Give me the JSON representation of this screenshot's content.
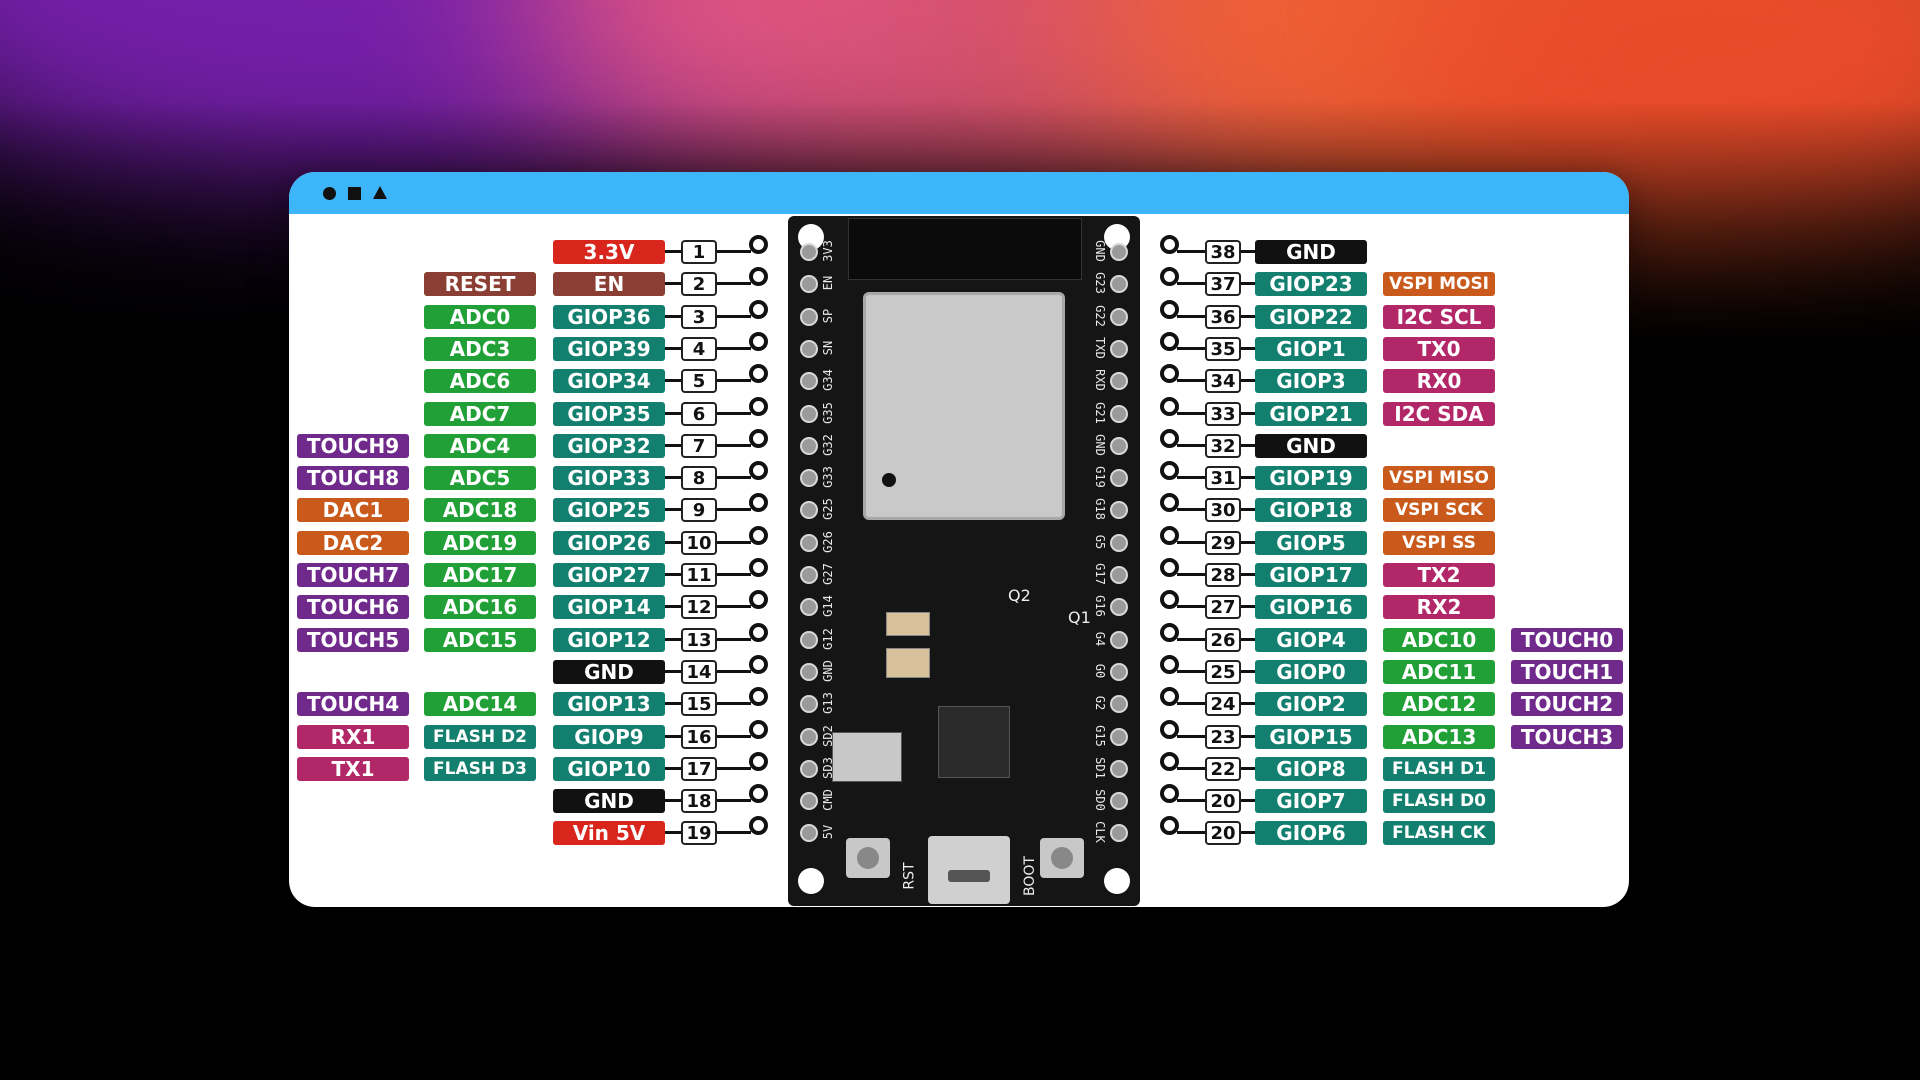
{
  "colors": {
    "red": "#d8261d",
    "brown": "#8b3e33",
    "green": "#22a038",
    "teal": "#137f6e",
    "purple": "#6f2a8c",
    "orange": "#c95a1c",
    "magenta": "#b22768",
    "black": "#111111",
    "titlebar": "#3db5f9"
  },
  "window": {
    "controls": [
      "circle-icon",
      "square-icon",
      "triangle-icon"
    ]
  },
  "board": {
    "left_silk": [
      "3V3",
      "EN",
      "SP",
      "SN",
      "G34",
      "G35",
      "G32",
      "G33",
      "G25",
      "G26",
      "G27",
      "G14",
      "G12",
      "GND",
      "G13",
      "SD2",
      "SD3",
      "CMD",
      "5V"
    ],
    "right_silk": [
      "GND",
      "G23",
      "G22",
      "TXD",
      "RXD",
      "G21",
      "GND",
      "G19",
      "G18",
      "G5",
      "G17",
      "G16",
      "G4",
      "G0",
      "G2",
      "G15",
      "SD1",
      "SD0",
      "CLK"
    ],
    "button_left": "RST",
    "button_right": "BOOT",
    "q_labels": [
      "Q2",
      "Q1"
    ]
  },
  "left_pins": [
    {
      "num": "1",
      "labels": [
        {
          "t": "3.3V",
          "c": "red"
        }
      ]
    },
    {
      "num": "2",
      "labels": [
        {
          "t": "EN",
          "c": "brown"
        },
        {
          "t": "RESET",
          "c": "brown"
        }
      ]
    },
    {
      "num": "3",
      "labels": [
        {
          "t": "GIOP36",
          "c": "teal"
        },
        {
          "t": "ADC0",
          "c": "green"
        }
      ]
    },
    {
      "num": "4",
      "labels": [
        {
          "t": "GIOP39",
          "c": "teal"
        },
        {
          "t": "ADC3",
          "c": "green"
        }
      ]
    },
    {
      "num": "5",
      "labels": [
        {
          "t": "GIOP34",
          "c": "teal"
        },
        {
          "t": "ADC6",
          "c": "green"
        }
      ]
    },
    {
      "num": "6",
      "labels": [
        {
          "t": "GIOP35",
          "c": "teal"
        },
        {
          "t": "ADC7",
          "c": "green"
        }
      ]
    },
    {
      "num": "7",
      "labels": [
        {
          "t": "GIOP32",
          "c": "teal"
        },
        {
          "t": "ADC4",
          "c": "green"
        },
        {
          "t": "TOUCH9",
          "c": "purple"
        }
      ]
    },
    {
      "num": "8",
      "labels": [
        {
          "t": "GIOP33",
          "c": "teal"
        },
        {
          "t": "ADC5",
          "c": "green"
        },
        {
          "t": "TOUCH8",
          "c": "purple"
        }
      ]
    },
    {
      "num": "9",
      "labels": [
        {
          "t": "GIOP25",
          "c": "teal"
        },
        {
          "t": "ADC18",
          "c": "green"
        },
        {
          "t": "DAC1",
          "c": "orange"
        }
      ]
    },
    {
      "num": "10",
      "labels": [
        {
          "t": "GIOP26",
          "c": "teal"
        },
        {
          "t": "ADC19",
          "c": "green"
        },
        {
          "t": "DAC2",
          "c": "orange"
        }
      ]
    },
    {
      "num": "11",
      "labels": [
        {
          "t": "GIOP27",
          "c": "teal"
        },
        {
          "t": "ADC17",
          "c": "green"
        },
        {
          "t": "TOUCH7",
          "c": "purple"
        }
      ]
    },
    {
      "num": "12",
      "labels": [
        {
          "t": "GIOP14",
          "c": "teal"
        },
        {
          "t": "ADC16",
          "c": "green"
        },
        {
          "t": "TOUCH6",
          "c": "purple"
        }
      ]
    },
    {
      "num": "13",
      "labels": [
        {
          "t": "GIOP12",
          "c": "teal"
        },
        {
          "t": "ADC15",
          "c": "green"
        },
        {
          "t": "TOUCH5",
          "c": "purple"
        }
      ]
    },
    {
      "num": "14",
      "labels": [
        {
          "t": "GND",
          "c": "black"
        }
      ]
    },
    {
      "num": "15",
      "labels": [
        {
          "t": "GIOP13",
          "c": "teal"
        },
        {
          "t": "ADC14",
          "c": "green"
        },
        {
          "t": "TOUCH4",
          "c": "purple"
        }
      ]
    },
    {
      "num": "16",
      "labels": [
        {
          "t": "GIOP9",
          "c": "teal"
        },
        {
          "t": "FLASH D2",
          "c": "teal",
          "sm": true
        },
        {
          "t": "RX1",
          "c": "magenta"
        }
      ]
    },
    {
      "num": "17",
      "labels": [
        {
          "t": "GIOP10",
          "c": "teal"
        },
        {
          "t": "FLASH D3",
          "c": "teal",
          "sm": true
        },
        {
          "t": "TX1",
          "c": "magenta"
        }
      ]
    },
    {
      "num": "18",
      "labels": [
        {
          "t": "GND",
          "c": "black"
        }
      ]
    },
    {
      "num": "19",
      "labels": [
        {
          "t": "Vin 5V",
          "c": "red"
        }
      ]
    }
  ],
  "right_pins": [
    {
      "num": "38",
      "labels": [
        {
          "t": "GND",
          "c": "black"
        }
      ]
    },
    {
      "num": "37",
      "labels": [
        {
          "t": "GIOP23",
          "c": "teal"
        },
        {
          "t": "VSPI MOSI",
          "c": "orange",
          "sm": true
        }
      ]
    },
    {
      "num": "36",
      "labels": [
        {
          "t": "GIOP22",
          "c": "teal"
        },
        {
          "t": "I2C SCL",
          "c": "magenta"
        }
      ]
    },
    {
      "num": "35",
      "labels": [
        {
          "t": "GIOP1",
          "c": "teal"
        },
        {
          "t": "TX0",
          "c": "magenta"
        }
      ]
    },
    {
      "num": "34",
      "labels": [
        {
          "t": "GIOP3",
          "c": "teal"
        },
        {
          "t": "RX0",
          "c": "magenta"
        }
      ]
    },
    {
      "num": "33",
      "labels": [
        {
          "t": "GIOP21",
          "c": "teal"
        },
        {
          "t": "I2C SDA",
          "c": "magenta"
        }
      ]
    },
    {
      "num": "32",
      "labels": [
        {
          "t": "GND",
          "c": "black"
        }
      ]
    },
    {
      "num": "31",
      "labels": [
        {
          "t": "GIOP19",
          "c": "teal"
        },
        {
          "t": "VSPI MISO",
          "c": "orange",
          "sm": true
        }
      ]
    },
    {
      "num": "30",
      "labels": [
        {
          "t": "GIOP18",
          "c": "teal"
        },
        {
          "t": "VSPI SCK",
          "c": "orange",
          "sm": true
        }
      ]
    },
    {
      "num": "29",
      "labels": [
        {
          "t": "GIOP5",
          "c": "teal"
        },
        {
          "t": "VSPI SS",
          "c": "orange",
          "sm": true
        }
      ]
    },
    {
      "num": "28",
      "labels": [
        {
          "t": "GIOP17",
          "c": "teal"
        },
        {
          "t": "TX2",
          "c": "magenta"
        }
      ]
    },
    {
      "num": "27",
      "labels": [
        {
          "t": "GIOP16",
          "c": "teal"
        },
        {
          "t": "RX2",
          "c": "magenta"
        }
      ]
    },
    {
      "num": "26",
      "labels": [
        {
          "t": "GIOP4",
          "c": "teal"
        },
        {
          "t": "ADC10",
          "c": "green"
        },
        {
          "t": "TOUCH0",
          "c": "purple"
        }
      ]
    },
    {
      "num": "25",
      "labels": [
        {
          "t": "GIOP0",
          "c": "teal"
        },
        {
          "t": "ADC11",
          "c": "green"
        },
        {
          "t": "TOUCH1",
          "c": "purple"
        }
      ]
    },
    {
      "num": "24",
      "labels": [
        {
          "t": "GIOP2",
          "c": "teal"
        },
        {
          "t": "ADC12",
          "c": "green"
        },
        {
          "t": "TOUCH2",
          "c": "purple"
        }
      ]
    },
    {
      "num": "23",
      "labels": [
        {
          "t": "GIOP15",
          "c": "teal"
        },
        {
          "t": "ADC13",
          "c": "green"
        },
        {
          "t": "TOUCH3",
          "c": "purple"
        }
      ]
    },
    {
      "num": "22",
      "labels": [
        {
          "t": "GIOP8",
          "c": "teal"
        },
        {
          "t": "FLASH D1",
          "c": "teal",
          "sm": true
        }
      ]
    },
    {
      "num": "20",
      "labels": [
        {
          "t": "GIOP7",
          "c": "teal"
        },
        {
          "t": "FLASH D0",
          "c": "teal",
          "sm": true
        }
      ]
    },
    {
      "num": "20",
      "labels": [
        {
          "t": "GIOP6",
          "c": "teal"
        },
        {
          "t": "FLASH CK",
          "c": "teal",
          "sm": true
        }
      ]
    }
  ]
}
